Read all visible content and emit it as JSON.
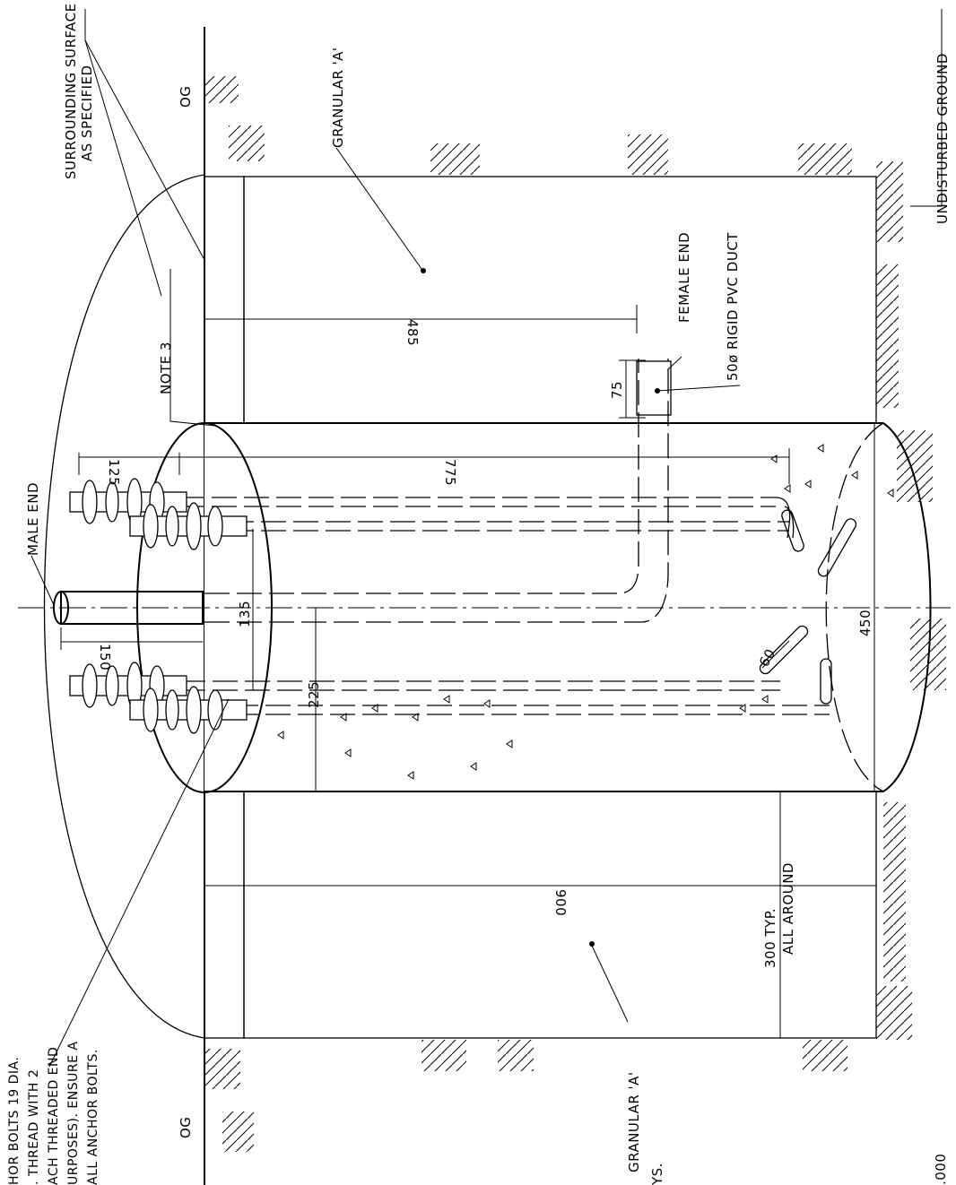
{
  "labels": {
    "surrounding_surface_line1": "SURROUNDING SURFACE",
    "surrounding_surface_line2": "AS SPECIFIED",
    "undisturbed_ground": "UNDISTURBED GROUND",
    "granular_a_top": "GRANULAR 'A'",
    "granular_a_bottom": "GRANULAR 'A'",
    "male_end": "MALE END",
    "female_end": "FEMALE END",
    "note_3": "NOTE 3",
    "pvc_duct": "50ø RIGID PVC DUCT",
    "og_top": "OG",
    "og_bottom": "OG",
    "anchor_note": [
      "HOR BOLTS 19 DIA.",
      ". THREAD WITH 2",
      "ACH THREADED END",
      "URPOSES). ENSURE A",
      "ALL ANCHOR BOLTS."
    ],
    "frag_ys": "YS.",
    "frag_000": ".000"
  },
  "dimensions": {
    "d485": "485",
    "d75": "75",
    "d125": "125",
    "d775": "775",
    "d150": "150",
    "d135": "135",
    "d225": "225",
    "d60": "60",
    "d450": "450",
    "d900": "900",
    "d300_line1": "300 TYP.",
    "d300_line2": "ALL AROUND"
  }
}
